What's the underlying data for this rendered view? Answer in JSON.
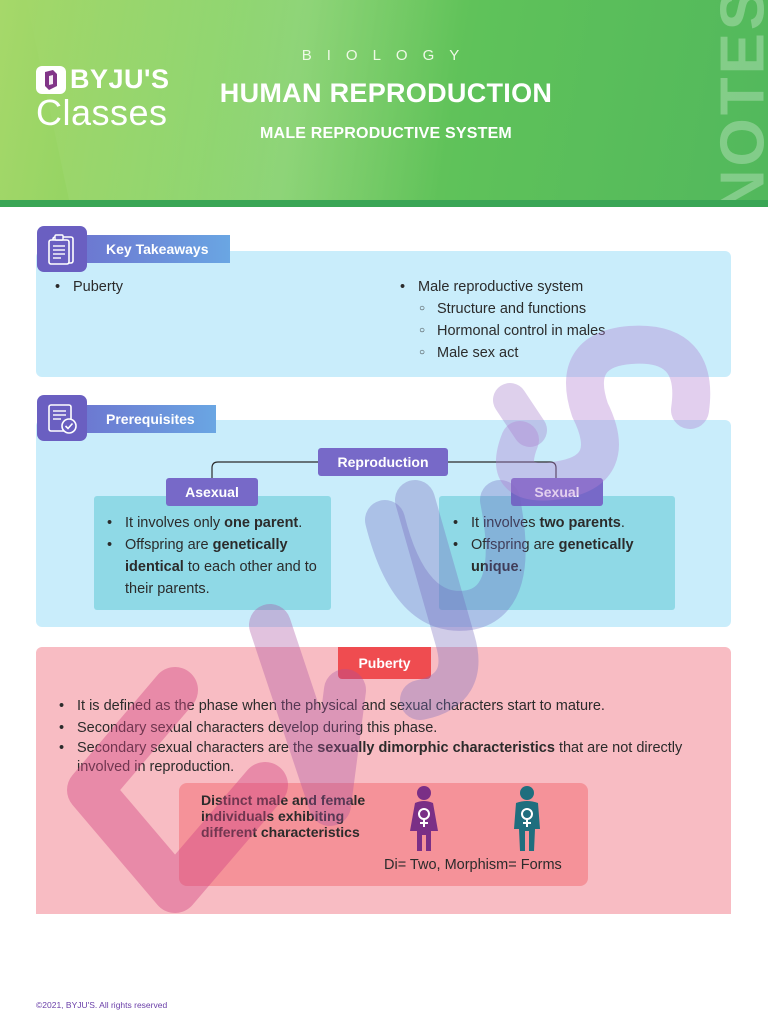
{
  "header": {
    "brand_word": "BYJU'S",
    "brand_sub": "Classes",
    "subject": "BIOLOGY",
    "title": "HUMAN REPRODUCTION",
    "subtitle": "MALE REPRODUCTIVE SYSTEM",
    "side_label": "NOTES"
  },
  "key_takeaways": {
    "label": "Key Takeaways",
    "left": [
      "Puberty"
    ],
    "right_main": "Male reproductive system",
    "right_sub": [
      "Structure and functions",
      "Hormonal control in males",
      "Male sex act"
    ]
  },
  "prerequisites": {
    "label": "Prerequisites",
    "root": "Reproduction",
    "asexual": {
      "title": "Asexual",
      "b1_pre": "It involves only ",
      "b1_bold": "one parent",
      "b1_post": ".",
      "b2_pre": "Offspring are ",
      "b2_bold": "genetically identical",
      "b2_post": " to each other and to their parents."
    },
    "sexual": {
      "title": "Sexual",
      "b1_pre": "It involves ",
      "b1_bold": "two parents",
      "b1_post": ".",
      "b2_pre": "Offspring are ",
      "b2_bold": "genetically unique",
      "b2_post": "."
    }
  },
  "puberty": {
    "label": "Puberty",
    "b1": "It is defined as the phase when the physical and sexual characters start to mature.",
    "b2": "Secondary sexual characters develop during this phase.",
    "b3_pre": "Secondary sexual characters are the ",
    "b3_bold": "sexually dimorphic characteristics",
    "b3_post": " that are not directly involved in reproduction.",
    "callout": "Distinct male and female individuals exhibiting different characteristics",
    "definition": "Di= Two, Morphism= Forms"
  },
  "footer": {
    "copyright": "©2021, BYJU'S. All rights reserved"
  },
  "colors": {
    "header_green": "#5fc25a",
    "tab_purple": "#6a5fc1",
    "panel_blue": "#c9edfb",
    "card_teal": "#8fd9e6",
    "puberty_pink": "#f8bcc3",
    "puberty_red": "#ef4c50",
    "female_figure": "#7a2f86",
    "male_figure": "#1f6e7e"
  }
}
